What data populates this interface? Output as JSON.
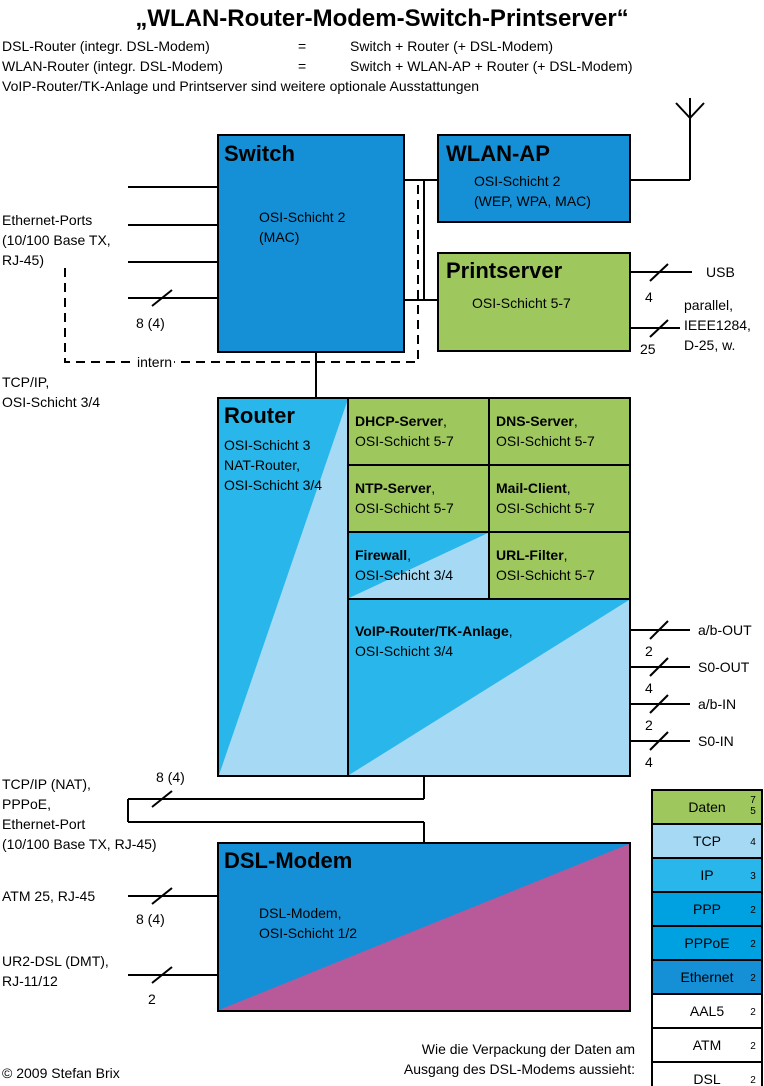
{
  "title": "„WLAN-Router-Modem-Switch-Printserver“",
  "header_lines": [
    {
      "left": "DSL-Router (integr. DSL-Modem)",
      "eq": "=",
      "right": "Switch + Router (+ DSL-Modem)"
    },
    {
      "left": "WLAN-Router (integr. DSL-Modem)",
      "eq": "=",
      "right": "Switch + WLAN-AP + Router (+ DSL-Modem)"
    }
  ],
  "header_note": "VoIP-Router/TK-Anlage und Printserver sind weitere optionale Ausstattungen",
  "switch": {
    "title": "Switch",
    "line1": "OSI-Schicht 2",
    "line2": "(MAC)"
  },
  "wlan": {
    "title": "WLAN-AP",
    "line1": "OSI-Schicht 2",
    "line2": "(WEP, WPA, MAC)"
  },
  "printserver": {
    "title": "Printserver",
    "line1": "OSI-Schicht 5-7"
  },
  "router": {
    "title": "Router",
    "line1": "OSI-Schicht 3",
    "line2": "NAT-Router,",
    "line3": "OSI-Schicht 3/4"
  },
  "services": [
    {
      "name": "DHCP-Server",
      "layer": "OSI-Schicht 5-7"
    },
    {
      "name": "DNS-Server",
      "layer": "OSI-Schicht 5-7"
    },
    {
      "name": "NTP-Server",
      "layer": "OSI-Schicht 5-7"
    },
    {
      "name": "Mail-Client",
      "layer": "OSI-Schicht 5-7"
    },
    {
      "name": "Firewall",
      "layer": "OSI-Schicht 3/4"
    },
    {
      "name": "URL-Filter",
      "layer": "OSI-Schicht 5-7"
    }
  ],
  "voip": {
    "name": "VoIP-Router/TK-Anlage",
    "layer": "OSI-Schicht 3/4"
  },
  "modem": {
    "title": "DSL-Modem",
    "line1": "DSL-Modem,",
    "line2": "OSI-Schicht 1/2"
  },
  "labels": {
    "ethernet_ports": [
      "Ethernet-Ports",
      "(10/100 Base TX,",
      "RJ-45)"
    ],
    "switch_bus": "8 (4)",
    "intern": "intern",
    "tcpip": [
      "TCP/IP,",
      "OSI-Schicht 3/4"
    ],
    "usb": "USB",
    "usb_count": "4",
    "parallel": [
      "parallel,",
      "IEEE1284,",
      "D-25, w."
    ],
    "parallel_count": "25",
    "phone_ports": [
      {
        "label": "a/b-OUT",
        "count": "2"
      },
      {
        "label": "S0-OUT",
        "count": "4"
      },
      {
        "label": "a/b-IN",
        "count": "2"
      },
      {
        "label": "S0-IN",
        "count": "4"
      }
    ],
    "wan_side": [
      "TCP/IP (NAT),",
      "PPPoE,",
      "Ethernet-Port",
      "(10/100 Base TX, RJ-45)"
    ],
    "wan_count": "8 (4)",
    "atm": "ATM 25, RJ-45",
    "atm_count": "8 (4)",
    "dsl": [
      "UR2-DSL (DMT),",
      "RJ-11/12"
    ],
    "dsl_count": "2"
  },
  "protocol_stack": [
    {
      "name": "Daten",
      "layer": "7\n5",
      "color": "#9ec85e"
    },
    {
      "name": "TCP",
      "layer": "4",
      "color": "#a6daf4"
    },
    {
      "name": "IP",
      "layer": "3",
      "color": "#29b6ea"
    },
    {
      "name": "PPP",
      "layer": "2",
      "color": "#00a1e0"
    },
    {
      "name": "PPPoE",
      "layer": "2",
      "color": "#00a1e0"
    },
    {
      "name": "Ethernet",
      "layer": "2",
      "color": "#1590d6"
    },
    {
      "name": "AAL5",
      "layer": "2",
      "color": "#ffffff"
    },
    {
      "name": "ATM",
      "layer": "2",
      "color": "#ffffff"
    },
    {
      "name": "DSL",
      "layer": "2",
      "color": "#ffffff"
    }
  ],
  "stack_caption": [
    "Wie die Verpackung der Daten am",
    "Ausgang des DSL-Modems aussieht:"
  ],
  "copyright": "© 2009 Stefan Brix",
  "colors": {
    "switch": "#1590d6",
    "router_dark": "#29b6ea",
    "router_light": "#a6daf4",
    "service_green": "#9ec85e",
    "modem_purple": "#b8599a"
  }
}
